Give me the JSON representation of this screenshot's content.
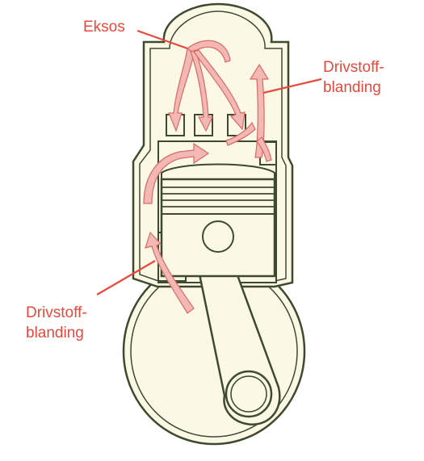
{
  "labels": {
    "exhaust": "Eksos",
    "fuel_mix_right_line1": "Drivstoff-",
    "fuel_mix_right_line2": "blanding",
    "fuel_mix_left_line1": "Drivstoff-",
    "fuel_mix_left_line2": "blanding"
  },
  "colors": {
    "outline": "#3e4a2e",
    "fill": "#fbf9e6",
    "arrow_fill": "#f3b8b4",
    "arrow_stroke": "#d96a66",
    "label": "#e8493b"
  }
}
